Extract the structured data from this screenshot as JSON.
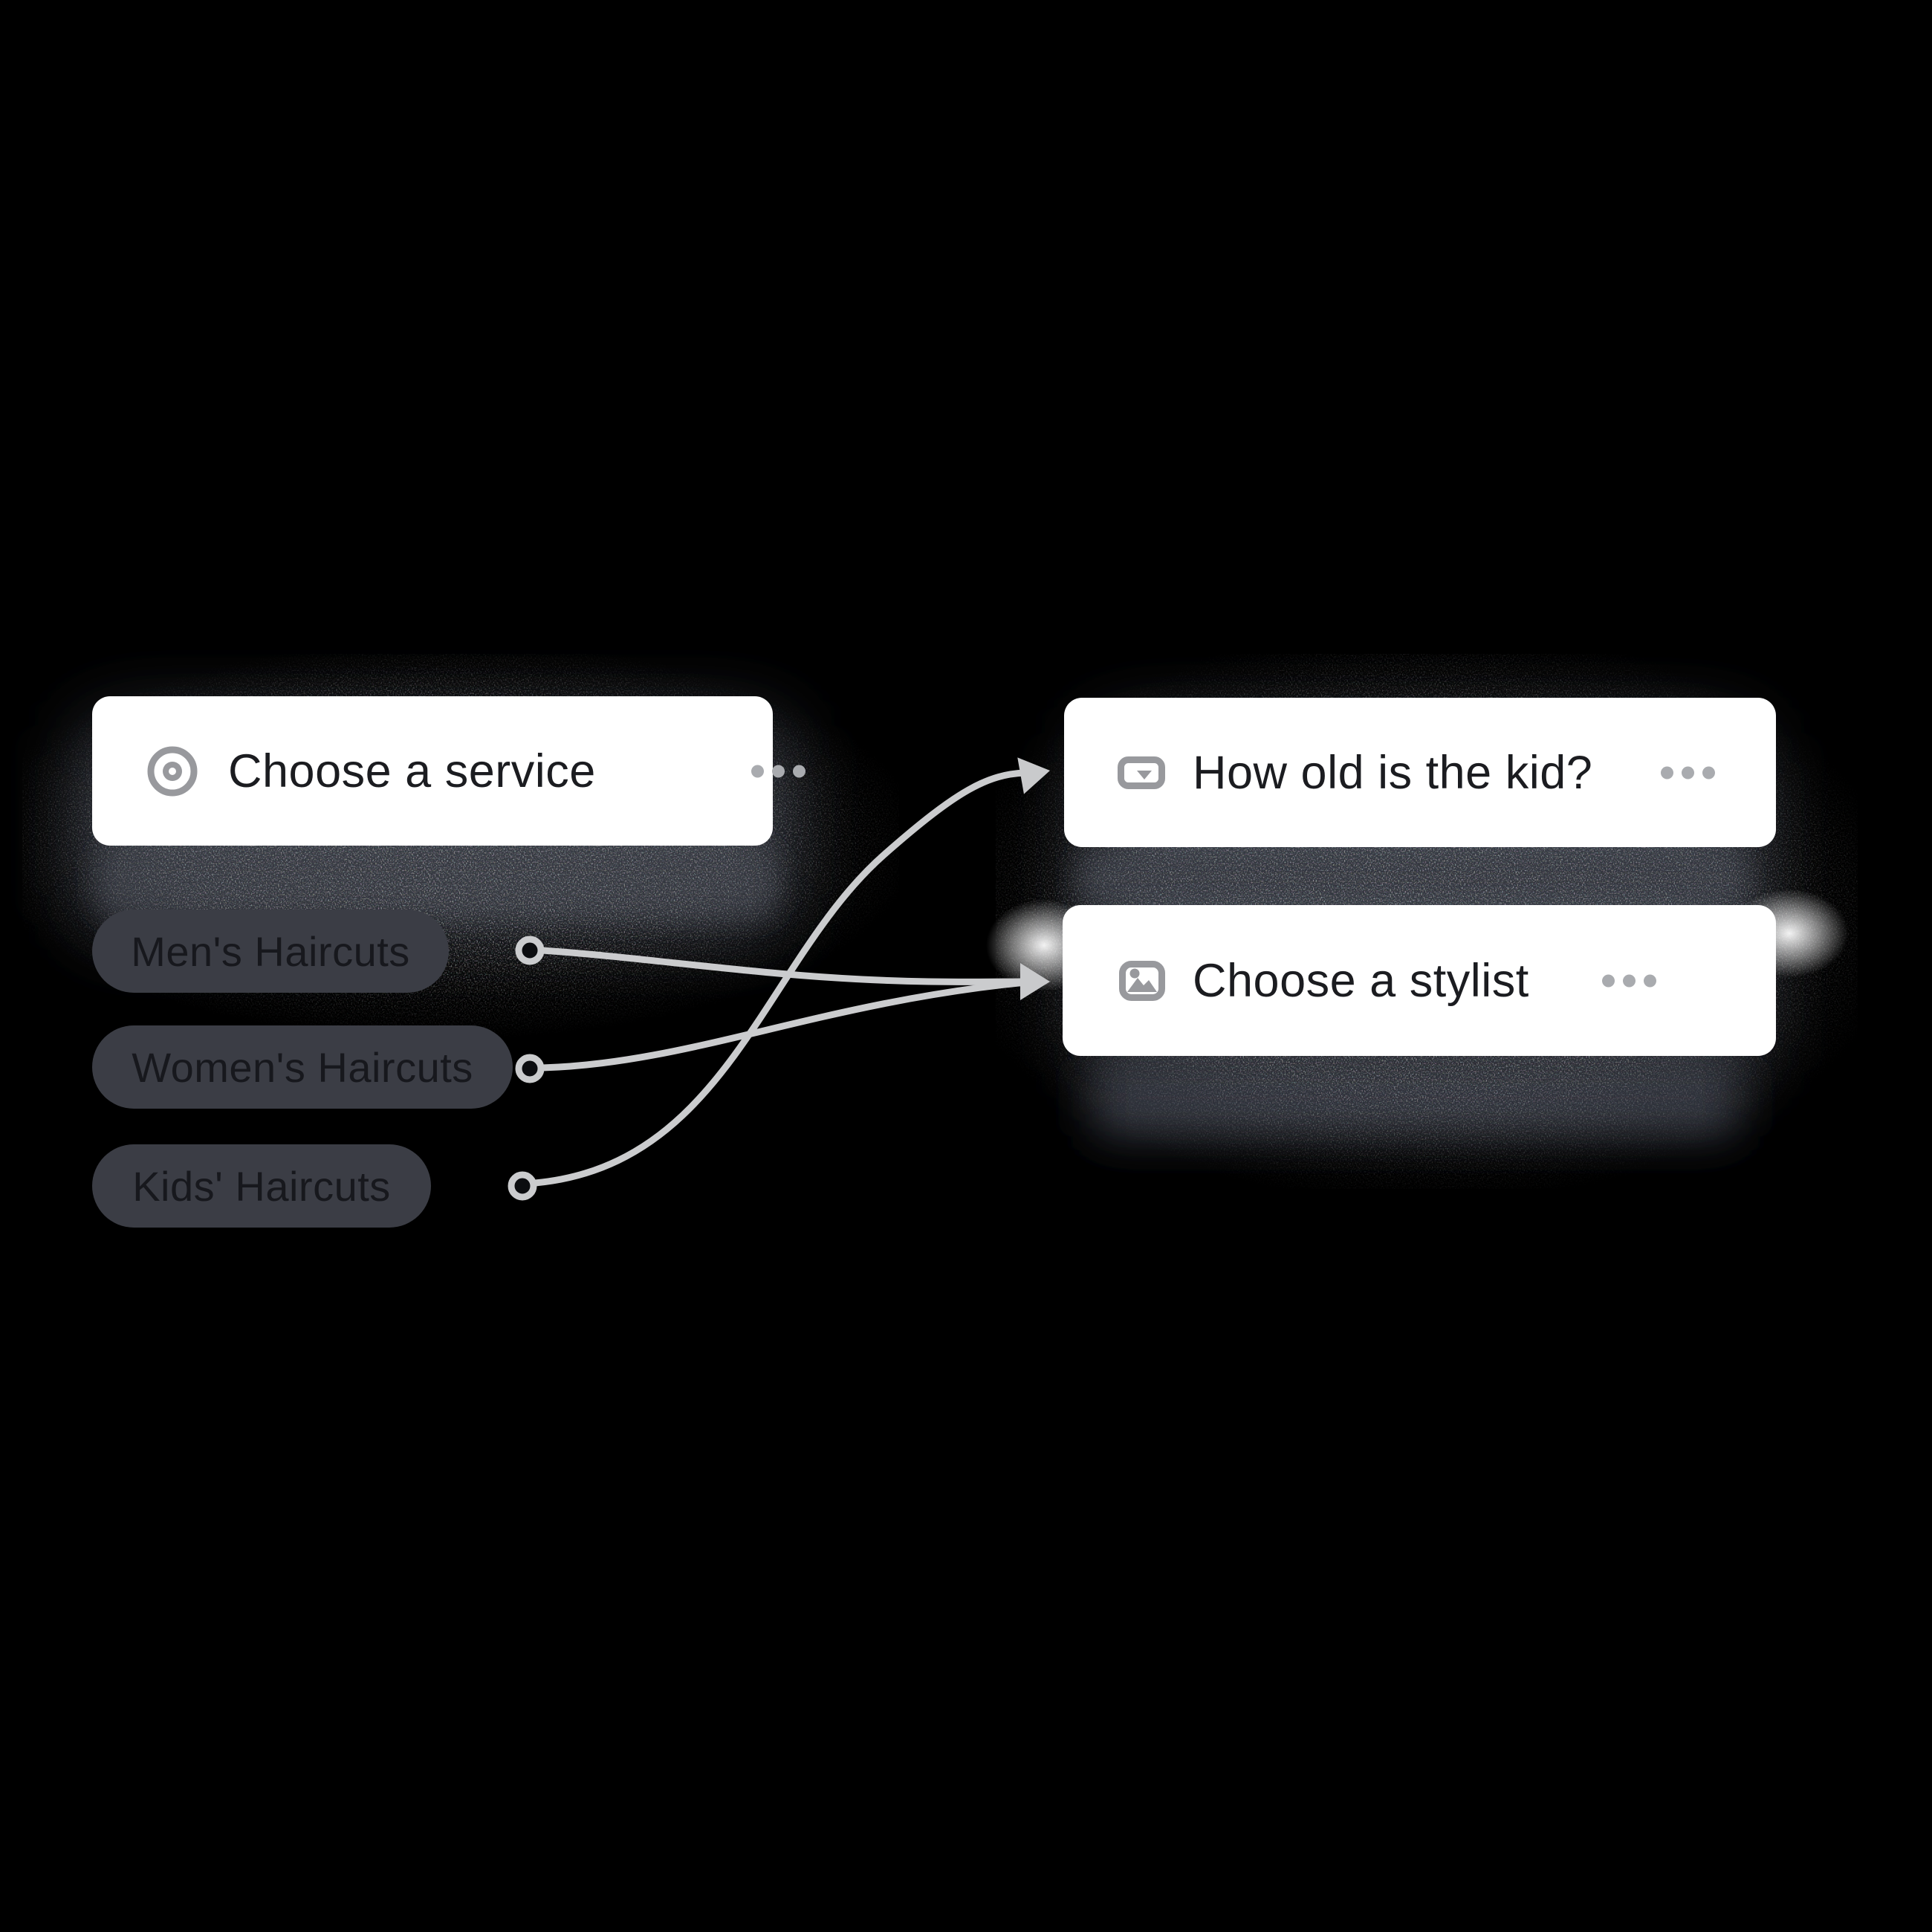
{
  "palette": {
    "background": "#000000",
    "card_background": "#ffffff",
    "card_text": "#1b1c20",
    "chip_background": "#3b3d45",
    "chip_text": "#17181d",
    "icon_gray": "#98999d",
    "menu_dots_gray": "#a9abaf",
    "connector_gray": "#cbccce"
  },
  "cards": {
    "service": {
      "title": "Choose a service",
      "icon": "target-icon",
      "menu_icon": "ellipsis-icon"
    },
    "kid_age": {
      "title": "How old is the kid?",
      "icon": "dropdown-field-icon",
      "menu_icon": "ellipsis-icon"
    },
    "stylist": {
      "title": "Choose a stylist",
      "icon": "image-icon",
      "menu_icon": "ellipsis-icon"
    }
  },
  "options": [
    {
      "label": "Men's Haircuts"
    },
    {
      "label": "Women's Haircuts"
    },
    {
      "label": "Kids' Haircuts"
    }
  ],
  "connections": [
    {
      "from": "Men's Haircuts",
      "to": "Choose a stylist"
    },
    {
      "from": "Women's Haircuts",
      "to": "Choose a stylist"
    },
    {
      "from": "Kids' Haircuts",
      "to": "How old is the kid?"
    }
  ]
}
